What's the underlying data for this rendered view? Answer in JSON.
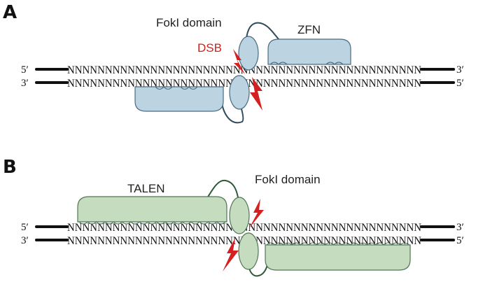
{
  "panels": {
    "a": {
      "label": "A",
      "labels": {
        "foki": "FokI domain",
        "dsb": "DSB",
        "zfn": "ZFN"
      }
    },
    "b": {
      "label": "B",
      "labels": {
        "talen": "TALEN",
        "foki": "FokI domain"
      }
    }
  },
  "dna": {
    "top_left": "5′",
    "top_right": "3′",
    "bottom_left": "3′",
    "bottom_right": "5′",
    "sequence": "NNNNNNNNNNNNNNNNNNNNNNNNNNNNNNNNNNNNNNNNNNNNNNN"
  },
  "colors": {
    "zfn": "#bcd3e2",
    "talen": "#c5dcbf",
    "dsb": "#d42020"
  }
}
